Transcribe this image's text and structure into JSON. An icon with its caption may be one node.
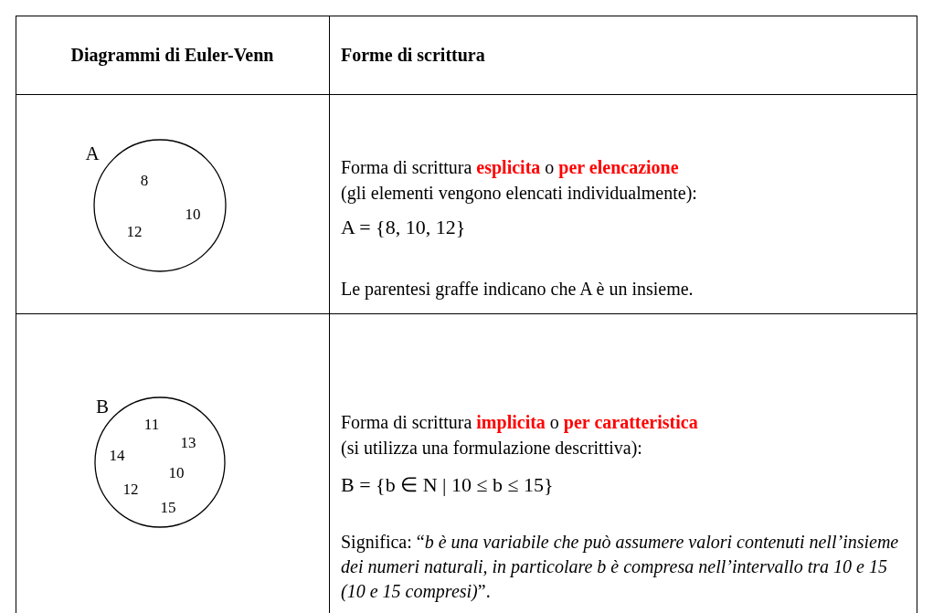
{
  "diagram": {
    "nodes": [
      {
        "text": [
          "A",
          "8",
          "10",
          "12"
        ]
      },
      {
        "text": [
          "B",
          "11",
          "13",
          "14",
          "10",
          "12",
          "15"
        ]
      }
    ],
    "labels": [
      "Diagrammi di Euler-Venn",
      "Forme di scrittura",
      "Forma di scrittura **esplicita** o **per elencazione**",
      "(gli elementi vengono elencati individualmente):",
      "A = {8, 10, 12}",
      "Le parentesi graffe indicano che A è un insieme.",
      "Forma di scrittura **implicita** o **per caratteristica**",
      "(si utilizza una formulazione descrittiva):",
      "B = {b ∈ N | 10 ≤ b ≤ 15}",
      "Significa: “*b è una variabile che può assumere valori contenuti nell’insieme dei numeri naturali, in particolare b è compresa nell’intervallo tra 10 e 15 (10 e 15 compresi)*”."
    ]
  }
}
